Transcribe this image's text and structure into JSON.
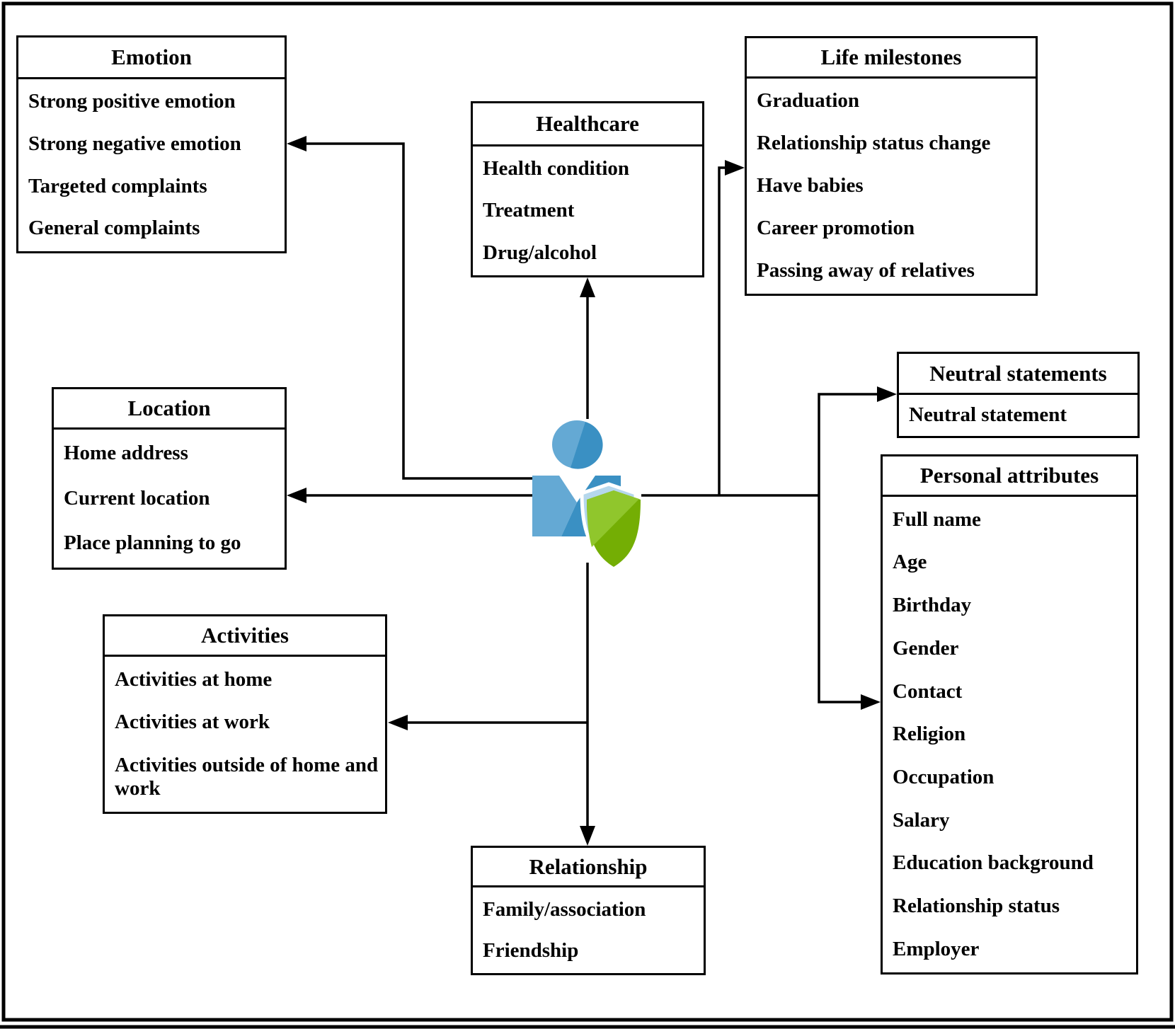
{
  "figure": {
    "background": "#ffffff"
  },
  "colors": {
    "line": "#000000",
    "box_background": "#ffffff",
    "icon_blue_light": "#64a9d4",
    "icon_blue_dark": "#3a90c3",
    "icon_blue_pale": "#b5d7ec",
    "icon_green_light": "#90c62c",
    "icon_green_dark": "#74ae04",
    "icon_gap_white": "#ffffff"
  },
  "icon": {
    "name": "person-with-privacy-shield"
  },
  "nodes": {
    "emotion": {
      "title": "Emotion",
      "items": [
        "Strong positive emotion",
        "Strong negative emotion",
        "Targeted complaints",
        "General complaints"
      ]
    },
    "healthcare": {
      "title": "Healthcare",
      "items": [
        "Health condition",
        "Treatment",
        "Drug/alcohol"
      ]
    },
    "life_milestones": {
      "title": "Life milestones",
      "items": [
        "Graduation",
        "Relationship status change",
        "Have babies",
        "Career promotion",
        "Passing away of relatives"
      ]
    },
    "location": {
      "title": "Location",
      "items": [
        "Home address",
        "Current location",
        "Place planning to go"
      ]
    },
    "neutral_statements": {
      "title": "Neutral statements",
      "items": [
        "Neutral statement"
      ]
    },
    "personal_attributes": {
      "title": "Personal attributes",
      "items": [
        "Full name",
        "Age",
        "Birthday",
        "Gender",
        "Contact",
        "Religion",
        "Occupation",
        "Salary",
        "Education background",
        "Relationship status",
        "Employer"
      ]
    },
    "activities": {
      "title": "Activities",
      "items": [
        "Activities at home",
        "Activities at work",
        "Activities outside of home and work"
      ]
    },
    "relationship": {
      "title": "Relationship",
      "items": [
        "Family/association",
        "Friendship"
      ]
    }
  }
}
